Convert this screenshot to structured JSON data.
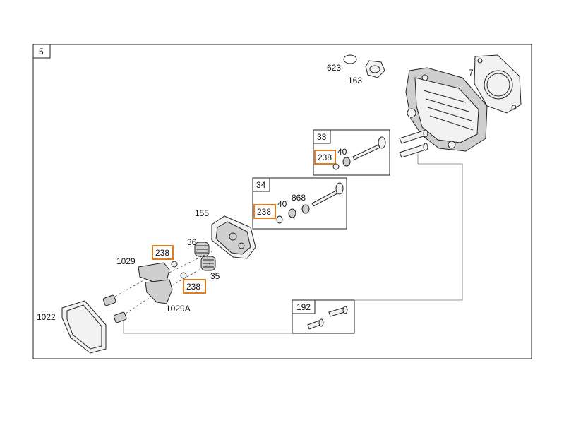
{
  "diagram": {
    "section_number": "5",
    "highlight_color": "#e07b1f",
    "frame_color": "#222222",
    "callouts": {
      "p623": "623",
      "p163": "163",
      "p7": "7",
      "p33": "33",
      "p40_upper": "40",
      "p34": "34",
      "p40_lower": "40",
      "p868": "868",
      "p155": "155",
      "p36": "36",
      "p35": "35",
      "p1029": "1029",
      "p1029a": "1029A",
      "p1022": "1022",
      "p192": "192"
    },
    "highlighted_callouts": {
      "h238_kit33": "238",
      "h238_kit34": "238",
      "h238_left_top": "238",
      "h238_left_bottom": "238"
    }
  }
}
